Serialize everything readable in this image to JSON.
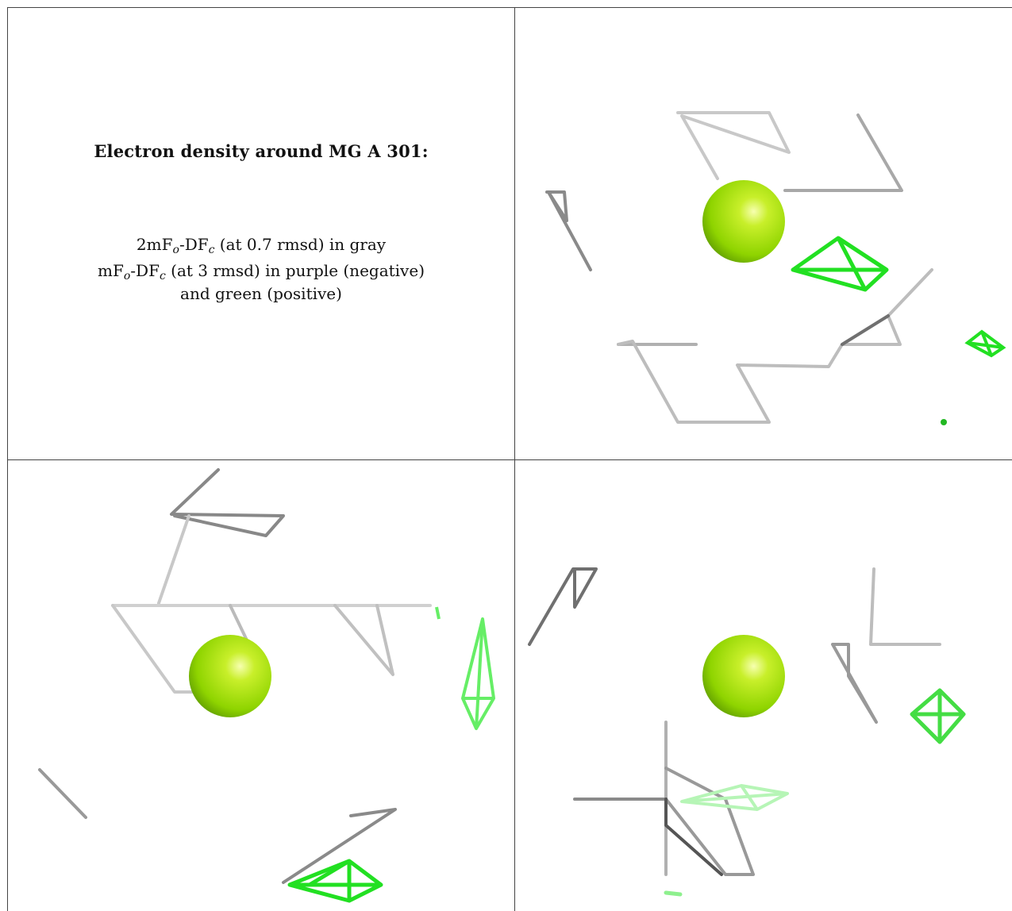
{
  "caption": {
    "title": "Electron density around MG A 301:",
    "line1": {
      "a": "2mF",
      "a_sub": "o",
      "b": "-DF",
      "b_sub": "c",
      "rest": " (at 0.7 rmsd) in gray"
    },
    "line2": {
      "a": "mF",
      "a_sub": "o",
      "b": "-DF",
      "b_sub": "c",
      "rest": " (at 3 rmsd) in purple (negative)"
    },
    "line3": "and green (positive)"
  },
  "colors": {
    "ion": "#8fd400",
    "ion_highlight": "#f2ff9a",
    "ion_shadow": "#5f9c00",
    "positive_density": "#22e022",
    "two_fo_density": "#9a9a9a",
    "border": "#444444"
  },
  "icons": [
    "mg-ion-sphere-icon",
    "positive-density-mesh-icon",
    "2fofc-density-mesh-icon"
  ]
}
